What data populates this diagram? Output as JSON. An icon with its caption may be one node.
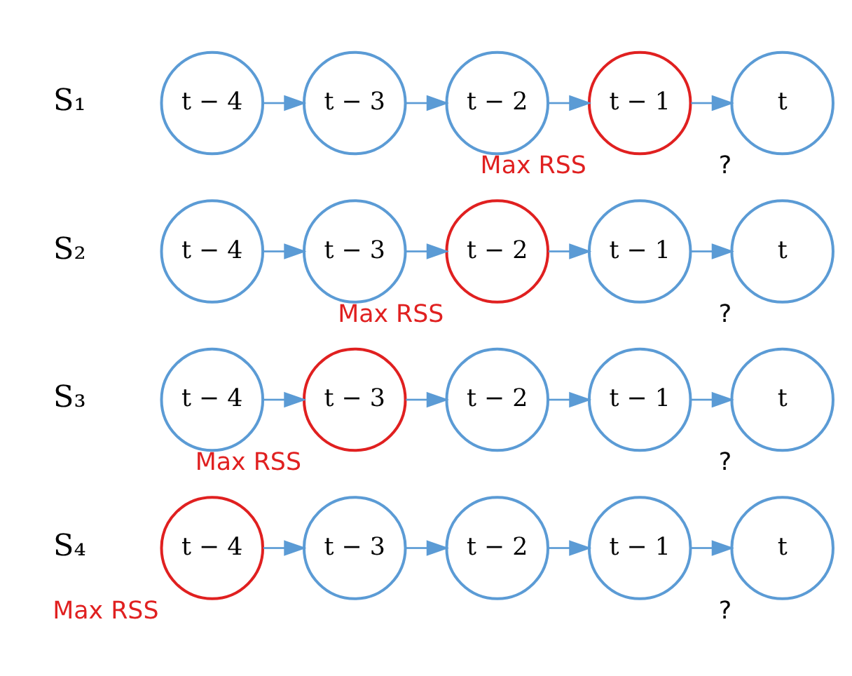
{
  "diagram": {
    "nodes": [
      {
        "text": [
          "t − 4"
        ],
        "beside": [
          "Max RSS"
        ]
      },
      {
        "text": [
          "t − 3"
        ]
      },
      {
        "text": [
          "t − 2"
        ]
      },
      {
        "text": [
          "t − 1"
        ]
      },
      {
        "text": [
          "t"
        ],
        "beside": [
          "?"
        ]
      },
      {
        "text": [
          "t − 4"
        ]
      },
      {
        "text": [
          "t − 3"
        ],
        "beside": [
          "Max RSS"
        ]
      },
      {
        "text": [
          "t − 2"
        ]
      },
      {
        "text": [
          "t − 1"
        ]
      },
      {
        "text": [
          "t"
        ],
        "beside": [
          "?"
        ]
      },
      {
        "text": [
          "t − 4"
        ]
      },
      {
        "text": [
          "t − 3"
        ]
      },
      {
        "text": [
          "t − 2"
        ],
        "beside": [
          "Max RSS"
        ]
      },
      {
        "text": [
          "t − 1"
        ]
      },
      {
        "text": [
          "t"
        ],
        "beside": [
          "?"
        ]
      },
      {
        "text": [
          "t − 4"
        ]
      },
      {
        "text": [
          "t − 3"
        ]
      },
      {
        "text": [
          "t − 2"
        ]
      },
      {
        "text": [
          "t − 1"
        ],
        "beside": [
          "Max RSS"
        ]
      },
      {
        "text": [
          "t"
        ],
        "beside": [
          "?"
        ]
      }
    ],
    "edges": [
      {
        "from": 0,
        "to": 1,
        "arrow": "to"
      },
      {
        "from": 1,
        "to": 2,
        "arrow": "to"
      },
      {
        "from": 2,
        "to": 3,
        "arrow": "to"
      },
      {
        "from": 3,
        "to": 4,
        "arrow": "to"
      },
      {
        "from": 5,
        "to": 6,
        "arrow": "to"
      },
      {
        "from": 6,
        "to": 7,
        "arrow": "to"
      },
      {
        "from": 7,
        "to": 8,
        "arrow": "to"
      },
      {
        "from": 8,
        "to": 9,
        "arrow": "to"
      },
      {
        "from": 10,
        "to": 11,
        "arrow": "to"
      },
      {
        "from": 11,
        "to": 12,
        "arrow": "to"
      },
      {
        "from": 12,
        "to": 13,
        "arrow": "to"
      },
      {
        "from": 13,
        "to": 14,
        "arrow": "to"
      },
      {
        "from": 15,
        "to": 16,
        "arrow": "to"
      },
      {
        "from": 16,
        "to": 17,
        "arrow": "to"
      },
      {
        "from": 17,
        "to": 18,
        "arrow": "to"
      },
      {
        "from": 18,
        "to": 19,
        "arrow": "to"
      }
    ],
    "labels": [
      "S₄",
      "S₃",
      "S₂",
      "S₁"
    ]
  }
}
